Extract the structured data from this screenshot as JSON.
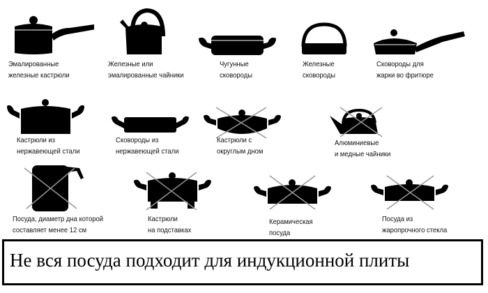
{
  "items": [
    {
      "label1": "Эмалированные",
      "label2": "железные кастрюли",
      "suitable": true
    },
    {
      "label1": "Железные или",
      "label2": "эмалированные чайники",
      "suitable": true
    },
    {
      "label1": "Чугунные",
      "label2": "сковороды",
      "suitable": true
    },
    {
      "label1": "Железные",
      "label2": "сковороды",
      "suitable": true
    },
    {
      "label1": "Сковороды для",
      "label2": "жарки во фритюре",
      "suitable": true
    },
    {
      "label1": "Кастрюли из",
      "label2": "нержавеющей стали",
      "suitable": true
    },
    {
      "label1": "Сковороды из",
      "label2": "нержавеющей стали",
      "suitable": true
    },
    {
      "label1": "Кастрюли с",
      "label2": "округлым дном",
      "suitable": false
    },
    {
      "label1": "Алюминиевые",
      "label2": "и медные чайники",
      "suitable": false
    },
    {
      "label1": "Посуда, диаметр дна которой",
      "label2": "составляет менее 12 см",
      "suitable": false
    },
    {
      "label1": "Кастрюли",
      "label2": "на подставках",
      "suitable": false
    },
    {
      "label1": "Керамическая",
      "label2": "посуда",
      "suitable": false
    },
    {
      "label1": "Посуда из",
      "label2": "жаропрочного стекла",
      "suitable": false
    }
  ],
  "caption": "Не вся посуда подходит для индукционной плиты"
}
